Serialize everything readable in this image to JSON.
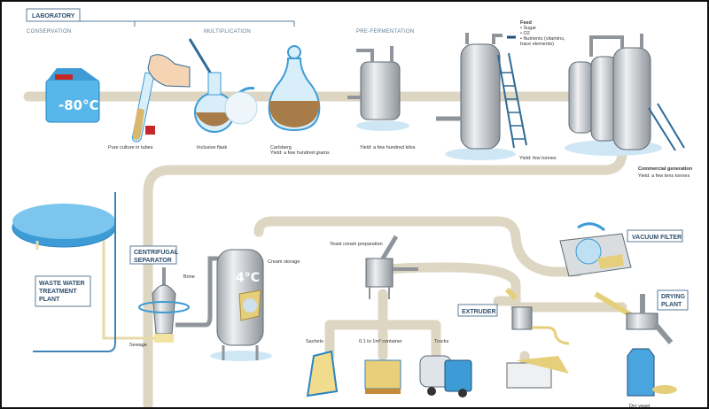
{
  "sections": {
    "laboratory": "LABORATORY",
    "conservation": "CONSERVATION",
    "multiplication": "MULTIPLICATION",
    "pre_fermentation": "PRE-FERMENTATION"
  },
  "freezer_temp": "-80°C",
  "storage_temp": "4°C",
  "captions": {
    "pure_culture": "Pure culture in tubes",
    "flask": "Inclusive flask",
    "carlsberg": "Carlsberg",
    "carlsberg_yield": "Yield: a few hundred grams",
    "prefermentation_yield": "Yield: a few hundred kilos",
    "feed_title": "Feed",
    "feed_items": [
      "• Sugar",
      "• O2",
      "• Nutrients (vitamins,",
      "trace elements)"
    ],
    "fermenter_yield": "Yield: few tonnes",
    "commercial": "Commercial generation",
    "commercial_yield": "Yield: a few tens tonnes",
    "brine": "Brine",
    "sewage": "Sewage",
    "cream_storage": "Cream storage",
    "yeast_cream": "Yeast cream preparation",
    "sachets": "Sachets",
    "container": "0.1 to 1m³ container",
    "trucks": "Trucks",
    "dry_yeast": "Dry yeast"
  },
  "boxes": {
    "waste_water": [
      "WASTE WATER",
      "TREATMENT",
      "PLANT"
    ],
    "centrifugal": [
      "CENTRIFUGAL",
      "SEPARATOR"
    ],
    "vacuum_filter": "VACUUM FILTER",
    "extruder": "EXTRUDER",
    "drying": [
      "DRYING",
      "PLANT"
    ]
  },
  "colors": {
    "flow": "#ddd6c3",
    "steel": "#c9cdd2",
    "blue": "#3d9bd6",
    "line": "#4d7593",
    "yeast": "#b58c55"
  }
}
